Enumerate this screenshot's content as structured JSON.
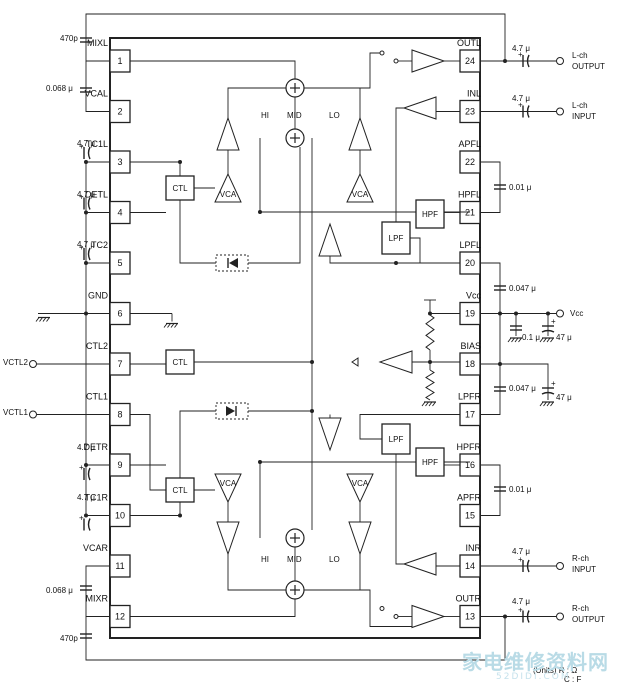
{
  "left_pins": [
    {
      "num": "1",
      "label": "MIXL"
    },
    {
      "num": "2",
      "label": "VCAL"
    },
    {
      "num": "3",
      "label": "TC1L"
    },
    {
      "num": "4",
      "label": "DETL"
    },
    {
      "num": "5",
      "label": "TC2"
    },
    {
      "num": "6",
      "label": "GND"
    },
    {
      "num": "7",
      "label": "CTL2"
    },
    {
      "num": "8",
      "label": "CTL1"
    },
    {
      "num": "9",
      "label": "DETR"
    },
    {
      "num": "10",
      "label": "TC1R"
    },
    {
      "num": "11",
      "label": "VCAR"
    },
    {
      "num": "12",
      "label": "MIXR"
    }
  ],
  "right_pins": [
    {
      "num": "24",
      "label": "OUTL"
    },
    {
      "num": "23",
      "label": "INL"
    },
    {
      "num": "22",
      "label": "APFL"
    },
    {
      "num": "21",
      "label": "HPFL"
    },
    {
      "num": "20",
      "label": "LPFL"
    },
    {
      "num": "19",
      "label": "Vcc"
    },
    {
      "num": "18",
      "label": "BIAS"
    },
    {
      "num": "17",
      "label": "LPFR"
    },
    {
      "num": "16",
      "label": "HPFR"
    },
    {
      "num": "15",
      "label": "APFR"
    },
    {
      "num": "14",
      "label": "INR"
    },
    {
      "num": "13",
      "label": "OUTR"
    }
  ],
  "blocks": {
    "ctl": "CTL",
    "vca": "VCA",
    "lpf": "LPF",
    "hpf": "HPF",
    "hi": "HI",
    "mid": "MID",
    "lo": "LO"
  },
  "components": {
    "c470p_top": "470p",
    "c470p_bottom": "470p",
    "c0068_top": "0.068 μ",
    "c0068_bottom": "0.068 μ",
    "c47_tc1l": "4.7 μ",
    "c47_detl": "4.7 μ",
    "c47_tc2": "4.7 μ",
    "c47_detr": "4.7 μ",
    "c47_tc1r": "4.7 μ",
    "c47_outl": "4.7 μ",
    "c47_inl": "4.7 μ",
    "c47_inr": "4.7 μ",
    "c47_outr": "4.7 μ",
    "c001_l": "0.01 μ",
    "c001_r": "0.01 μ",
    "c0047_l": "0.047 μ",
    "c0047_r": "0.047 μ",
    "c01": "0.1 μ",
    "c47u_vcc": "47 μ",
    "c47u_bias": "47 μ"
  },
  "terminals": {
    "lch_output": "L-ch",
    "lch_output2": "OUTPUT",
    "lch_input": "L-ch",
    "lch_input2": "INPUT",
    "rch_input": "R-ch",
    "rch_input2": "INPUT",
    "rch_output": "R-ch",
    "rch_output2": "OUTPUT",
    "vcc": "Vcc",
    "vctl2": "VCTL2",
    "vctl1": "VCTL1"
  },
  "units": {
    "label": "(Units)",
    "r": "R : Ω",
    "c": "C : F"
  },
  "watermark": "家电维修资料网",
  "watermark_url": "52DIDI.COM"
}
